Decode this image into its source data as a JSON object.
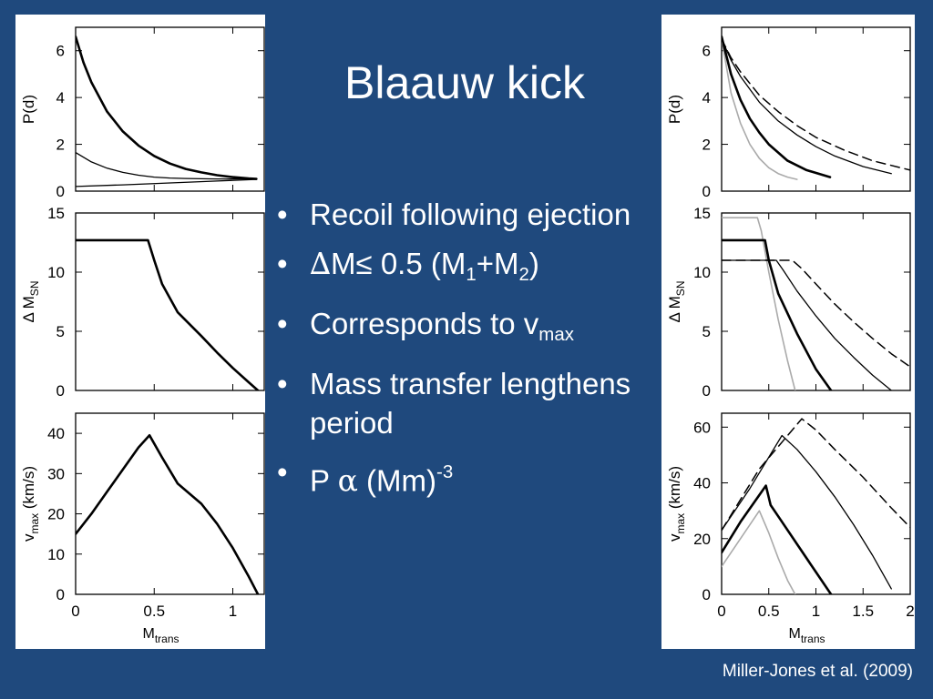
{
  "slide": {
    "title": "Blaauw kick",
    "bullets": [
      {
        "parts": [
          {
            "t": "Recoil following ejection"
          }
        ]
      },
      {
        "parts": [
          {
            "t": "∆",
            "greek": true
          },
          {
            "t": "M≤ 0.5 (M"
          },
          {
            "t": "1",
            "sub": true
          },
          {
            "t": "+M"
          },
          {
            "t": "2",
            "sub": true
          },
          {
            "t": ")"
          }
        ]
      },
      {
        "parts": [
          {
            "t": "Corresponds to v"
          },
          {
            "t": "max",
            "sub": true
          }
        ]
      },
      {
        "parts": [
          {
            "t": "Mass transfer lengthens period"
          }
        ]
      },
      {
        "parts": [
          {
            "t": "P "
          },
          {
            "t": "α",
            "greek": true
          },
          {
            "t": " (Mm)"
          },
          {
            "t": "-3",
            "sup": true
          }
        ]
      }
    ],
    "citation": "Miller-Jones et al. (2009)",
    "bullet_glyph": "•",
    "colors": {
      "background": "#1f497d",
      "text": "#ffffff",
      "panel": "#ffffff",
      "ink": "#000000",
      "grey_curve": "#aaaaaa"
    }
  },
  "chart_data": [
    {
      "type": "line",
      "figure": "left",
      "xlabel": "M",
      "xlabel_sub": "trans",
      "xlim": [
        0,
        1.2
      ],
      "xticks": [
        0,
        0.5,
        1
      ],
      "xticklabels": [
        "0",
        "0.5",
        "1"
      ],
      "panels": [
        {
          "ylabel": "P(d)",
          "ylabel_sub": "",
          "ylim": [
            0,
            7
          ],
          "yticks": [
            0,
            2,
            4,
            6
          ],
          "yticklabels": [
            "0",
            "2",
            "4",
            "6"
          ],
          "series": [
            {
              "style": "thick",
              "x": [
                0,
                0.05,
                0.1,
                0.2,
                0.3,
                0.4,
                0.5,
                0.6,
                0.7,
                0.8,
                0.9,
                1.0,
                1.1,
                1.15
              ],
              "y": [
                6.6,
                5.5,
                4.65,
                3.4,
                2.55,
                1.95,
                1.5,
                1.18,
                0.95,
                0.8,
                0.68,
                0.6,
                0.54,
                0.52
              ]
            },
            {
              "style": "thin",
              "x": [
                0,
                0.1,
                0.2,
                0.3,
                0.4,
                0.5,
                0.6,
                0.7,
                0.8,
                0.9,
                1.0,
                1.1,
                1.15
              ],
              "y": [
                1.65,
                1.25,
                0.98,
                0.8,
                0.68,
                0.6,
                0.56,
                0.54,
                0.53,
                0.52,
                0.52,
                0.52,
                0.52
              ]
            },
            {
              "style": "thin",
              "x": [
                0,
                0.3,
                0.6,
                0.9,
                1.15
              ],
              "y": [
                0.2,
                0.27,
                0.35,
                0.43,
                0.5
              ]
            }
          ]
        },
        {
          "ylabel": "Δ M",
          "ylabel_sub": "SN",
          "ylim": [
            0,
            15
          ],
          "yticks": [
            0,
            5,
            10,
            15
          ],
          "yticklabels": [
            "0",
            "5",
            "10",
            "15"
          ],
          "series": [
            {
              "style": "thick",
              "x": [
                0,
                0.46,
                0.5,
                0.55,
                0.65,
                0.8,
                0.9,
                1.0,
                1.1,
                1.16
              ],
              "y": [
                12.7,
                12.7,
                11.0,
                9.0,
                6.6,
                4.6,
                3.2,
                1.9,
                0.7,
                0.0
              ]
            }
          ]
        },
        {
          "ylabel": "v",
          "ylabel_sub": "max",
          "ylabel_suffix": " (km/s)",
          "ylim": [
            0,
            45
          ],
          "yticks": [
            0,
            10,
            20,
            30,
            40
          ],
          "yticklabels": [
            "0",
            "10",
            "20",
            "30",
            "40"
          ],
          "series": [
            {
              "style": "thick",
              "x": [
                0,
                0.1,
                0.2,
                0.3,
                0.4,
                0.47,
                0.55,
                0.65,
                0.8,
                0.9,
                1.0,
                1.1,
                1.16
              ],
              "y": [
                15,
                20,
                25.5,
                31,
                36.5,
                39.5,
                34,
                27.5,
                22.5,
                17.5,
                11.5,
                4.5,
                0
              ]
            }
          ]
        }
      ]
    },
    {
      "type": "line",
      "figure": "right",
      "xlabel": "M",
      "xlabel_sub": "trans",
      "xlim": [
        0,
        2
      ],
      "xticks": [
        0,
        0.5,
        1,
        1.5,
        2
      ],
      "xticklabels": [
        "0",
        "0.5",
        "1",
        "1.5",
        "2"
      ],
      "panels": [
        {
          "ylabel": "P(d)",
          "ylabel_sub": "",
          "ylim": [
            0,
            7
          ],
          "yticks": [
            0,
            2,
            4,
            6
          ],
          "yticklabels": [
            "0",
            "2",
            "4",
            "6"
          ],
          "series": [
            {
              "style": "grey",
              "x": [
                0,
                0.1,
                0.2,
                0.3,
                0.4,
                0.5,
                0.6,
                0.7,
                0.8
              ],
              "y": [
                6.5,
                4.2,
                2.9,
                2.0,
                1.4,
                1.0,
                0.75,
                0.6,
                0.5
              ]
            },
            {
              "style": "thick",
              "x": [
                0,
                0.1,
                0.2,
                0.3,
                0.4,
                0.5,
                0.7,
                0.9,
                1.15
              ],
              "y": [
                6.6,
                5.0,
                3.9,
                3.1,
                2.5,
                2.0,
                1.3,
                0.9,
                0.6
              ]
            },
            {
              "style": "thin",
              "x": [
                0,
                0.1,
                0.2,
                0.4,
                0.6,
                0.8,
                1.0,
                1.2,
                1.5,
                1.8
              ],
              "y": [
                6.5,
                5.6,
                4.9,
                3.8,
                3.0,
                2.4,
                1.9,
                1.5,
                1.05,
                0.75
              ]
            },
            {
              "style": "dashed",
              "x": [
                0,
                0.1,
                0.2,
                0.4,
                0.6,
                0.8,
                1.0,
                1.3,
                1.6,
                2.0
              ],
              "y": [
                6.5,
                5.7,
                5.1,
                4.1,
                3.4,
                2.8,
                2.3,
                1.75,
                1.3,
                0.9
              ]
            }
          ]
        },
        {
          "ylabel": "Δ M",
          "ylabel_sub": "SN",
          "ylim": [
            0,
            15
          ],
          "yticks": [
            0,
            5,
            10,
            15
          ],
          "yticklabels": [
            "0",
            "5",
            "10",
            "15"
          ],
          "series": [
            {
              "style": "grey",
              "x": [
                0,
                0.38,
                0.42,
                0.5,
                0.6,
                0.7,
                0.78
              ],
              "y": [
                14.6,
                14.6,
                13.5,
                10.0,
                6.0,
                2.5,
                0
              ]
            },
            {
              "style": "thick",
              "x": [
                0,
                0.46,
                0.5,
                0.6,
                0.8,
                1.0,
                1.16
              ],
              "y": [
                12.7,
                12.7,
                11.0,
                8.2,
                4.8,
                1.8,
                0
              ]
            },
            {
              "style": "thin",
              "x": [
                0,
                0.58,
                0.65,
                0.8,
                1.0,
                1.2,
                1.4,
                1.6,
                1.8
              ],
              "y": [
                11.0,
                11.0,
                10.2,
                8.4,
                6.3,
                4.4,
                2.8,
                1.3,
                0
              ]
            },
            {
              "style": "dashed",
              "x": [
                0,
                0.75,
                0.85,
                1.0,
                1.2,
                1.4,
                1.6,
                1.8,
                2.0
              ],
              "y": [
                11.0,
                11.0,
                10.3,
                9.0,
                7.3,
                5.8,
                4.4,
                3.1,
                2.0
              ]
            }
          ]
        },
        {
          "ylabel": "v",
          "ylabel_sub": "max",
          "ylabel_suffix": " (km/s)",
          "ylim": [
            0,
            65
          ],
          "yticks": [
            0,
            20,
            40,
            60
          ],
          "yticklabels": [
            "0",
            "20",
            "40",
            "60"
          ],
          "series": [
            {
              "style": "grey",
              "x": [
                0,
                0.2,
                0.4,
                0.5,
                0.6,
                0.7,
                0.78
              ],
              "y": [
                10,
                20,
                30,
                22,
                13,
                5,
                0
              ]
            },
            {
              "style": "thick",
              "x": [
                0,
                0.2,
                0.47,
                0.52,
                0.62,
                0.8,
                1.0,
                1.16
              ],
              "y": [
                15,
                26,
                39,
                32,
                27,
                18,
                8,
                0
              ]
            },
            {
              "style": "thin",
              "x": [
                0,
                0.3,
                0.64,
                0.8,
                1.0,
                1.2,
                1.4,
                1.6,
                1.8
              ],
              "y": [
                23,
                38,
                57,
                52,
                44,
                35,
                25,
                14,
                2
              ]
            },
            {
              "style": "dashed",
              "x": [
                0,
                0.4,
                0.85,
                1.0,
                1.2,
                1.5,
                1.8,
                2.0
              ],
              "y": [
                23,
                45,
                63,
                59,
                52,
                42,
                31,
                24
              ]
            }
          ]
        }
      ]
    }
  ]
}
